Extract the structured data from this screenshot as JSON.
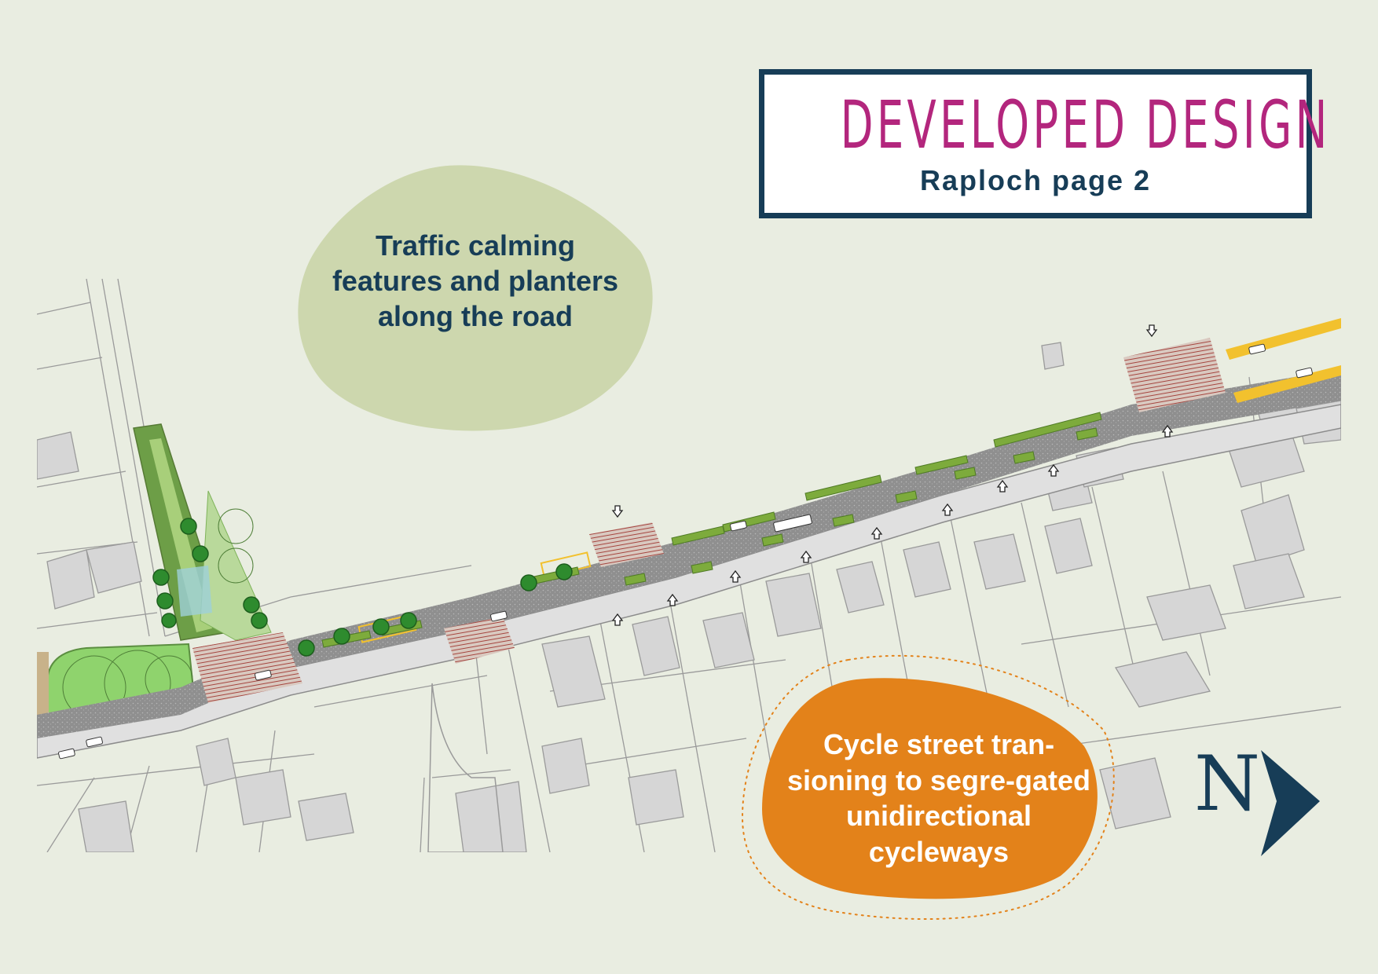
{
  "title": {
    "main": "DEVELOPED DESIGN",
    "sub": "Raploch page 2"
  },
  "callouts": {
    "traffic_calming": "Traffic calming features and planters along the road",
    "cycle_street": "Cycle street tran-sioning to segre-gated unidirectional cycleways"
  },
  "north_arrow": {
    "letter": "N",
    "icon": "north-arrow-icon"
  },
  "colors": {
    "background": "#e9ede1",
    "title_text": "#b3267d",
    "navy": "#173d57",
    "green_bubble": "#cdd7ae",
    "orange_bubble": "#e3821a",
    "road": "#9e9e9e",
    "planter": "#7dab3c",
    "cycle_markings": "#f2c12e"
  }
}
